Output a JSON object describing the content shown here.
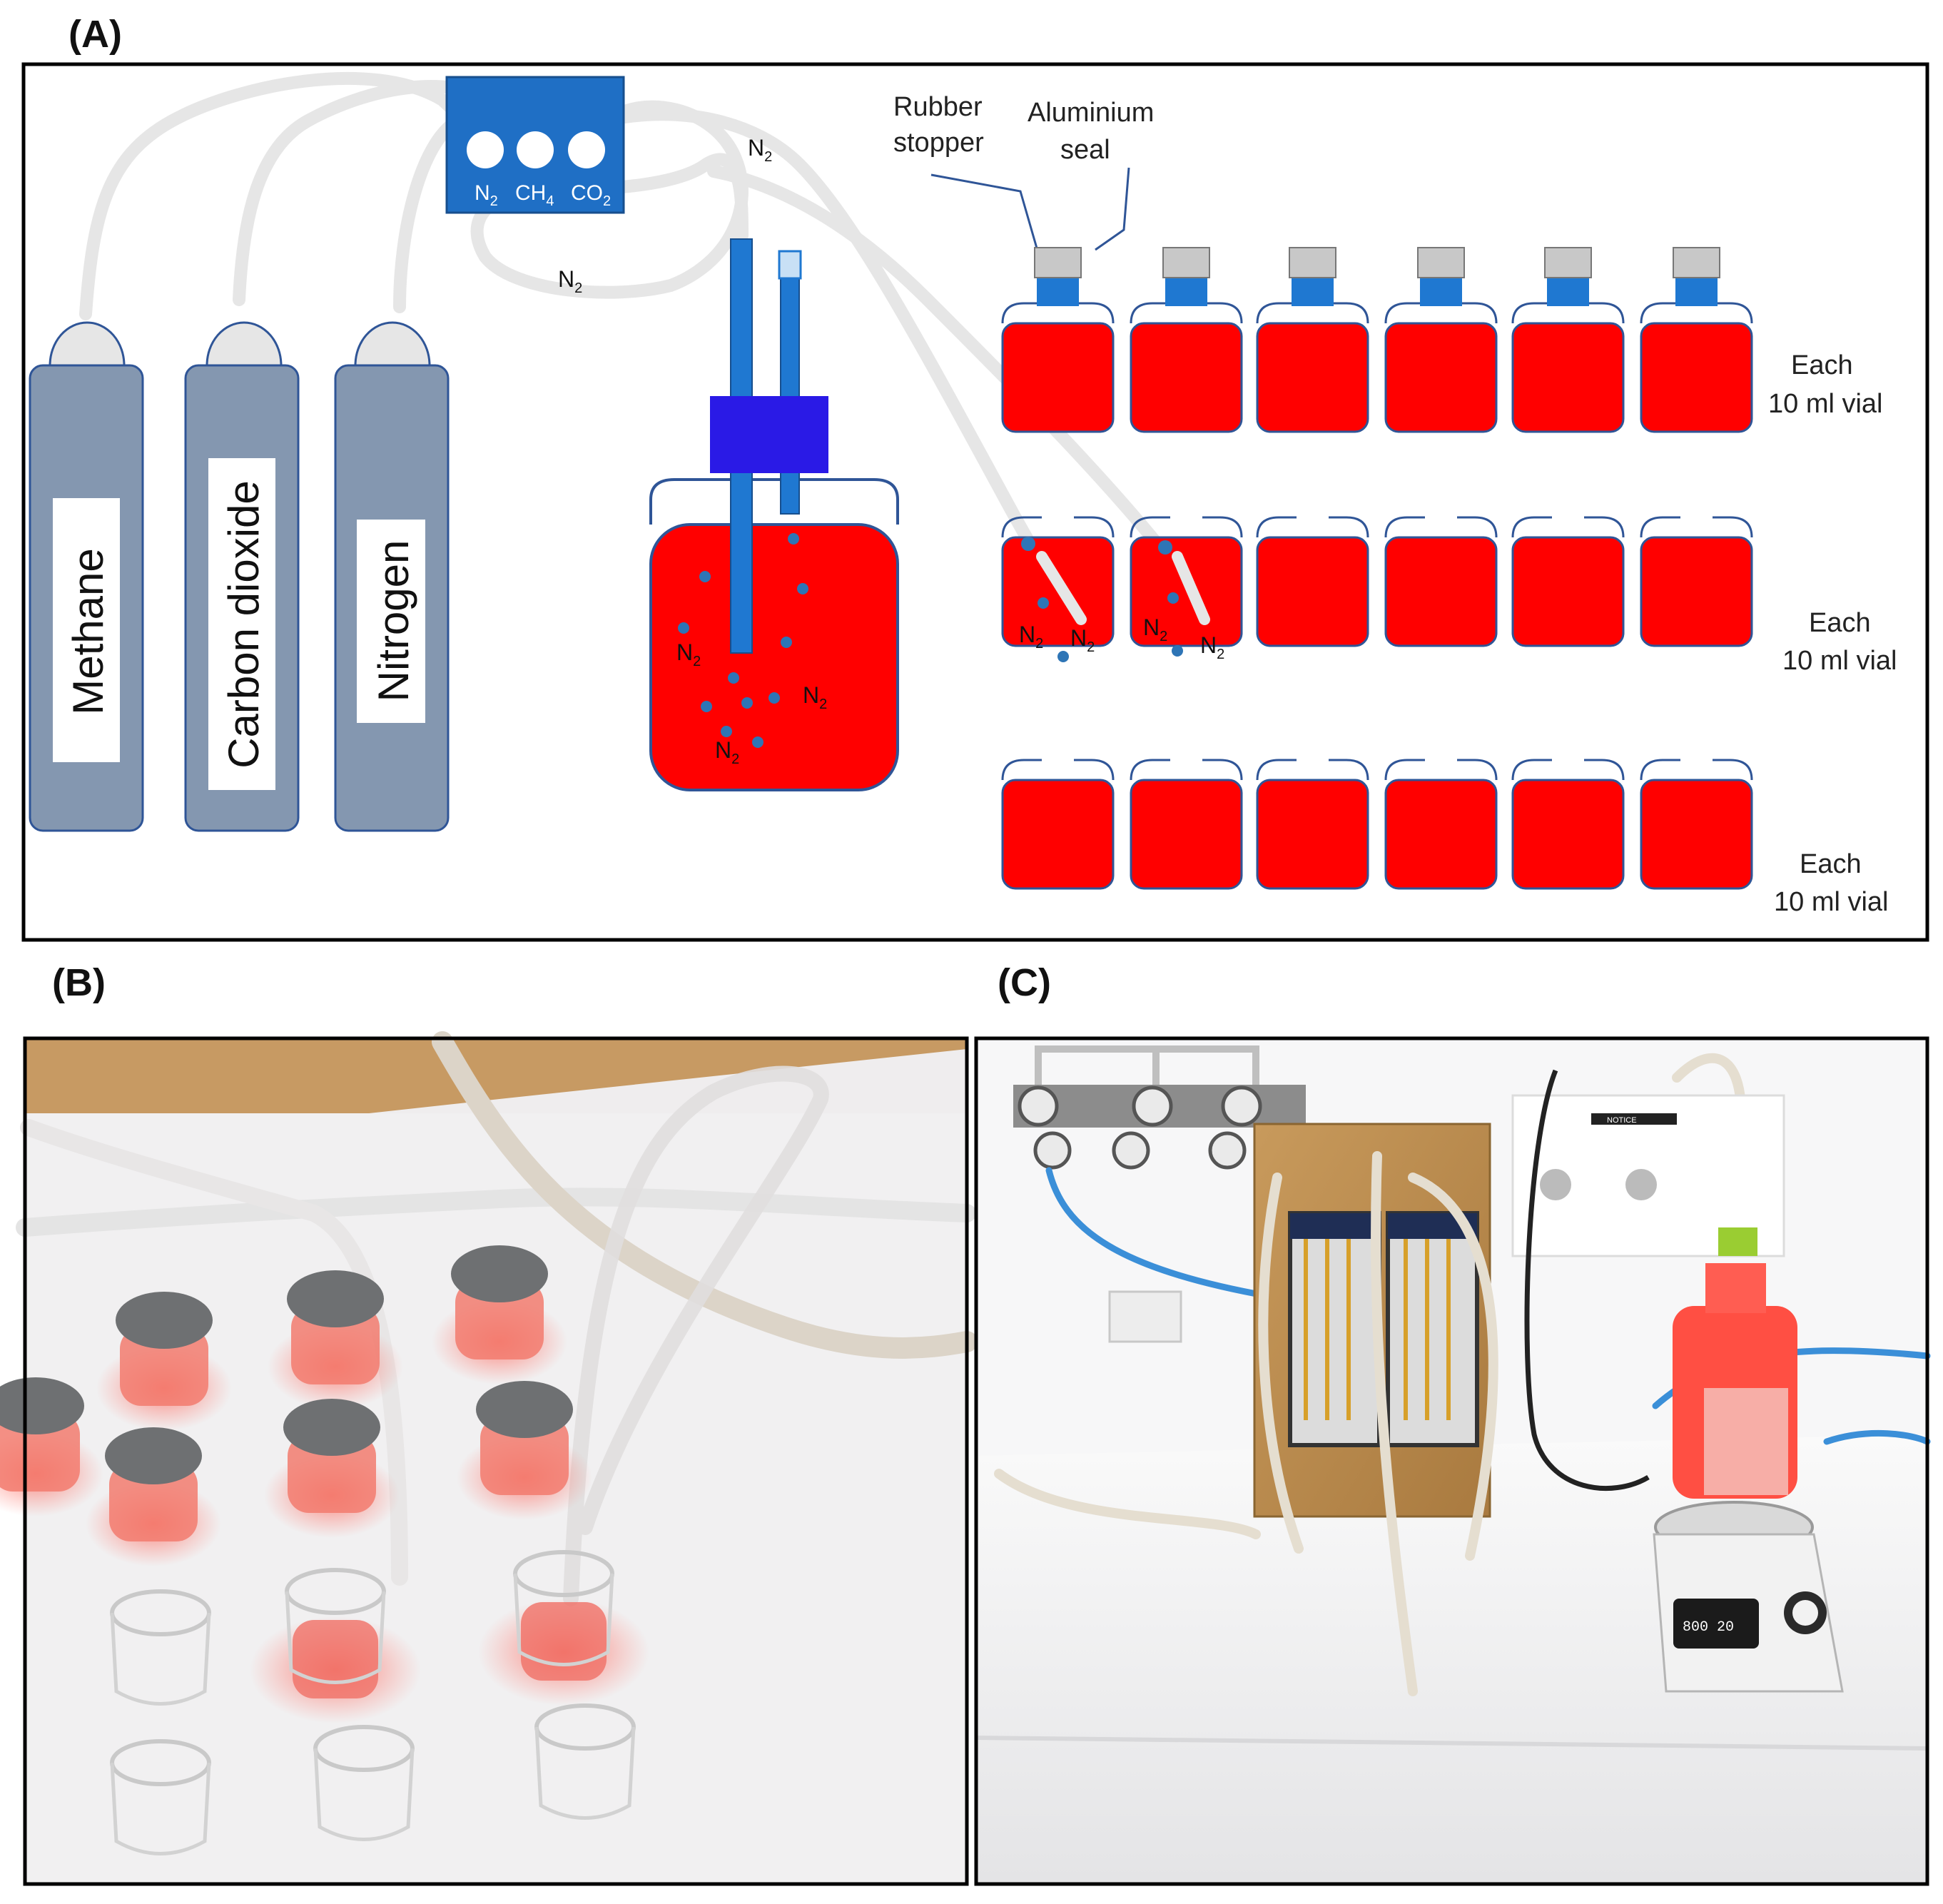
{
  "panels": {
    "a": {
      "label": "(A)"
    },
    "b": {
      "label": "(B)"
    },
    "c": {
      "label": "(C)"
    }
  },
  "cylinders": [
    {
      "label": "Methane"
    },
    {
      "label": "Carbon dioxide"
    },
    {
      "label": "Nitrogen"
    }
  ],
  "manifold": {
    "ports": [
      {
        "main": "N",
        "sub": "2"
      },
      {
        "main": "CH",
        "sub": "4"
      },
      {
        "main": "CO",
        "sub": "2"
      }
    ]
  },
  "gas": {
    "main": "N",
    "sub": "2"
  },
  "vial_labels": {
    "rubber_stopper": [
      "Rubber",
      "stopper"
    ],
    "aluminium_seal": [
      "Aluminium",
      "seal"
    ]
  },
  "rows": [
    {
      "note": [
        "Each",
        "10 ml vial"
      ],
      "state": "sealed"
    },
    {
      "note": [
        "Each",
        "10 ml vial"
      ],
      "state": "purging"
    },
    {
      "note": [
        "Each",
        "10 ml vial"
      ],
      "state": "open"
    }
  ],
  "photo_c": {
    "notice_sign": "NOTICE",
    "stirrer_display": "800 20"
  },
  "colors": {
    "medium_red": "#ff0000",
    "vial_outline": "#2f5597",
    "cylinder_body": "#8497b0",
    "manifold_blue": "#1f6fc5",
    "septum_purple": "#2a1ae6",
    "stopper_blue": "#1f78d1",
    "seal_grey": "#c8c8c8",
    "bubble_blue": "#2e75b6"
  }
}
